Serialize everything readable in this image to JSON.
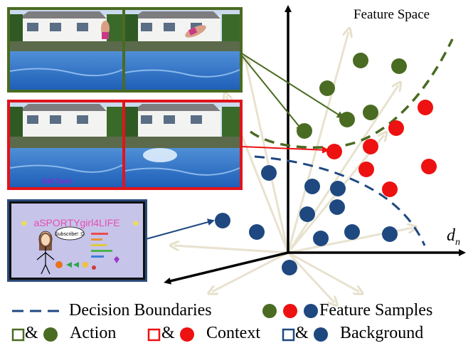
{
  "feature_space_label": "Feature Space",
  "axis_label": {
    "base": "d",
    "sub": "n"
  },
  "thumbnails": {
    "action": {
      "icon": "swimming-pool-dive-frame",
      "color": "#4a6a2a"
    },
    "context": {
      "icon": "swimming-pool-splash-frame",
      "caption": "540 Twirl",
      "color": "#e0141a"
    },
    "background": {
      "icon": "channel-intro-cartoon",
      "channel_title": "aSPORTYgirl4LIFE",
      "bubble_text": "Subscribe! :D",
      "color": "#2a4a7a"
    }
  },
  "legend": {
    "boundaries": "Decision Boundaries",
    "samples": "Feature Samples",
    "action": "Action",
    "context": "Context",
    "background": "Background",
    "amp": "&"
  },
  "colors": {
    "action": "#4a6b22",
    "context": "#ee1111",
    "background": "#1f4880",
    "axis_rays": "#e8e2cf"
  }
}
